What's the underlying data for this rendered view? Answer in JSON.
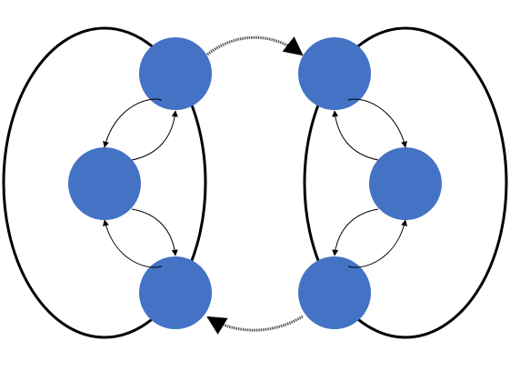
{
  "diagram": {
    "node_fill": "#4472c4",
    "group_stroke": "#000000",
    "arrow_color": "#000000",
    "groups": [
      {
        "id": "left-group",
        "nodes": [
          "L1",
          "L2",
          "L3"
        ]
      },
      {
        "id": "right-group",
        "nodes": [
          "R1",
          "R2",
          "R3"
        ]
      }
    ],
    "edges": [
      {
        "from": "L1",
        "to": "L2",
        "kind": "bidirectional"
      },
      {
        "from": "L2",
        "to": "L3",
        "kind": "bidirectional"
      },
      {
        "from": "R1",
        "to": "R2",
        "kind": "bidirectional"
      },
      {
        "from": "R2",
        "to": "R3",
        "kind": "bidirectional"
      },
      {
        "from": "L1",
        "to": "R1",
        "kind": "directed"
      },
      {
        "from": "R3",
        "to": "L3",
        "kind": "directed"
      }
    ]
  }
}
